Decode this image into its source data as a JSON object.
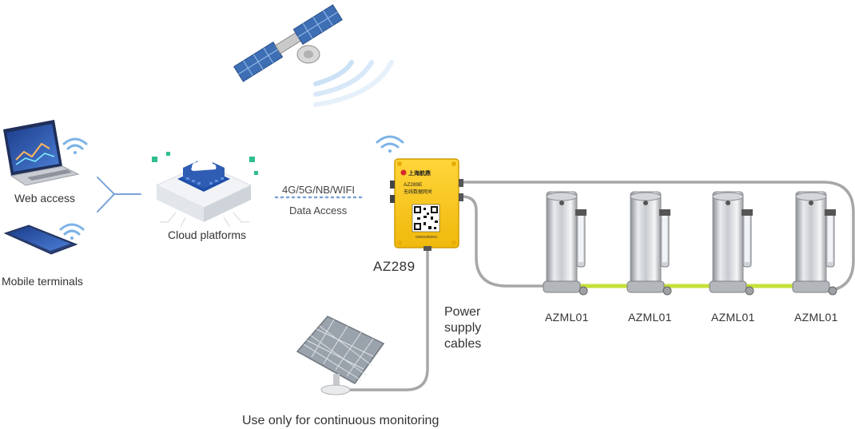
{
  "labels": {
    "web_access": "Web access",
    "mobile_terminals": "Mobile terminals",
    "cloud_platforms": "Cloud platforms",
    "network_types": "4G/5G/NB/WIFI",
    "data_access": "Data Access",
    "gateway": "AZ289",
    "power": "Power supply cables",
    "footer": "Use only for continuous monitoring"
  },
  "gateway_box": {
    "brand": "上海航鼎",
    "model": "AZ289E",
    "subtitle": "无线数据网关",
    "serial": "02891080001"
  },
  "sensors": [
    {
      "label": "AZML01"
    },
    {
      "label": "AZML01"
    },
    {
      "label": "AZML01"
    },
    {
      "label": "AZML01"
    }
  ],
  "colors": {
    "gateway_yellow": "#f6c619",
    "cable_gray": "#a0a0a0",
    "chain_green": "#c6e038",
    "cloud_blue": "#2f5db3",
    "wifi_blue": "#7cb3e6",
    "link_blue": "#7aa4d8"
  }
}
